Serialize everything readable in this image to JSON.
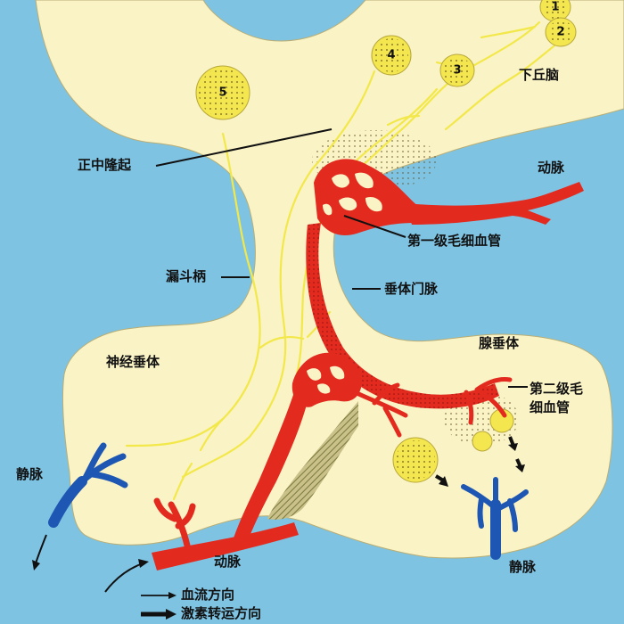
{
  "labels": {
    "hypothalamus": "下丘脑",
    "median_eminence": "正中隆起",
    "artery_top": "动脉",
    "primary_capillary": "第一级毛细血管",
    "infundibulum": "漏斗柄",
    "portal_vein": "垂体门脉",
    "adenohypophysis": "腺垂体",
    "neurohypophysis": "神经垂体",
    "secondary_capillary_line1": "第二级毛",
    "secondary_capillary_line2": "细血管",
    "vein_left": "静脉",
    "vein_right": "静脉",
    "artery_bottom": "动脉"
  },
  "neurons": [
    "1",
    "2",
    "3",
    "4",
    "5"
  ],
  "legend": {
    "blood_flow": "血流方向",
    "hormone_transport": "激素转运方向"
  },
  "colors": {
    "background": "#7fc3e3",
    "tissue": "#faf3c6",
    "nerve": "#f2e84a",
    "artery": "#e32a1f",
    "vein": "#1d56b3",
    "neuron_body": "#f3e64e"
  }
}
